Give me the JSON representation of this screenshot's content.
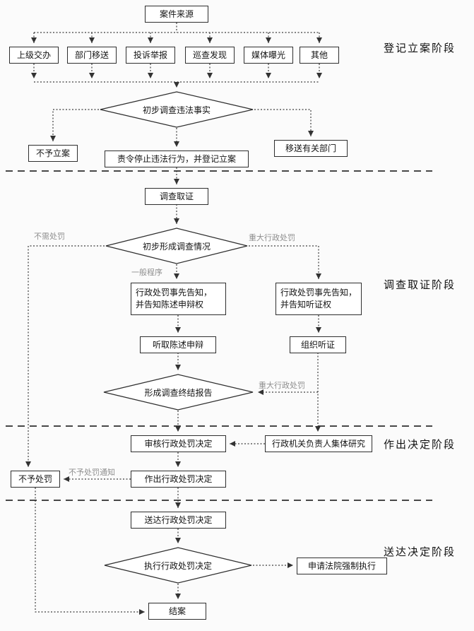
{
  "stages": [
    "登记立案阶段",
    "调查取证阶段",
    "作出决定阶段",
    "送达决定阶段"
  ],
  "nodes": {
    "case_source": "案件来源",
    "sources": [
      "上级交办",
      "部门移送",
      "投诉举报",
      "巡查发现",
      "媒体曝光",
      "其他"
    ],
    "d1": "初步调查违法事实",
    "no_filing": "不予立案",
    "order_stop_register": "责令停止违法行为，并登记立案",
    "transfer_dept": "移送有关部门",
    "investigate": "调查取证",
    "d2": "初步形成调查情况",
    "prior_notice_statement": "行政处罚事先告知，\n并告知陈述申辩权",
    "prior_notice_hearing": "行政处罚事先告知，\n并告知听证权",
    "hear_statement": "听取陈述申辩",
    "organize_hearing": "组织听证",
    "d3": "形成调查终结报告",
    "review_decision": "审核行政处罚决定",
    "collective_study": "行政机关负责人集体研究",
    "no_penalty": "不予处罚",
    "make_decision": "作出行政处罚决定",
    "serve_decision": "送达行政处罚决定",
    "d4": "执行行政处罚决定",
    "court_enforce": "申请法院强制执行",
    "close_case": "结案"
  },
  "edge_labels": {
    "no_penalty_needed": "不需处罚",
    "major_penalty": "重大行政处罚",
    "general_procedure": "一般程序",
    "major_penalty2": "重大行政处罚",
    "no_penalty_notice": "不予处罚通知"
  },
  "colors": {
    "line": "#3c3c3c",
    "box_border": "#2e2e2e",
    "edge_label": "#8f8f8f",
    "background": "#fbfbfb"
  }
}
